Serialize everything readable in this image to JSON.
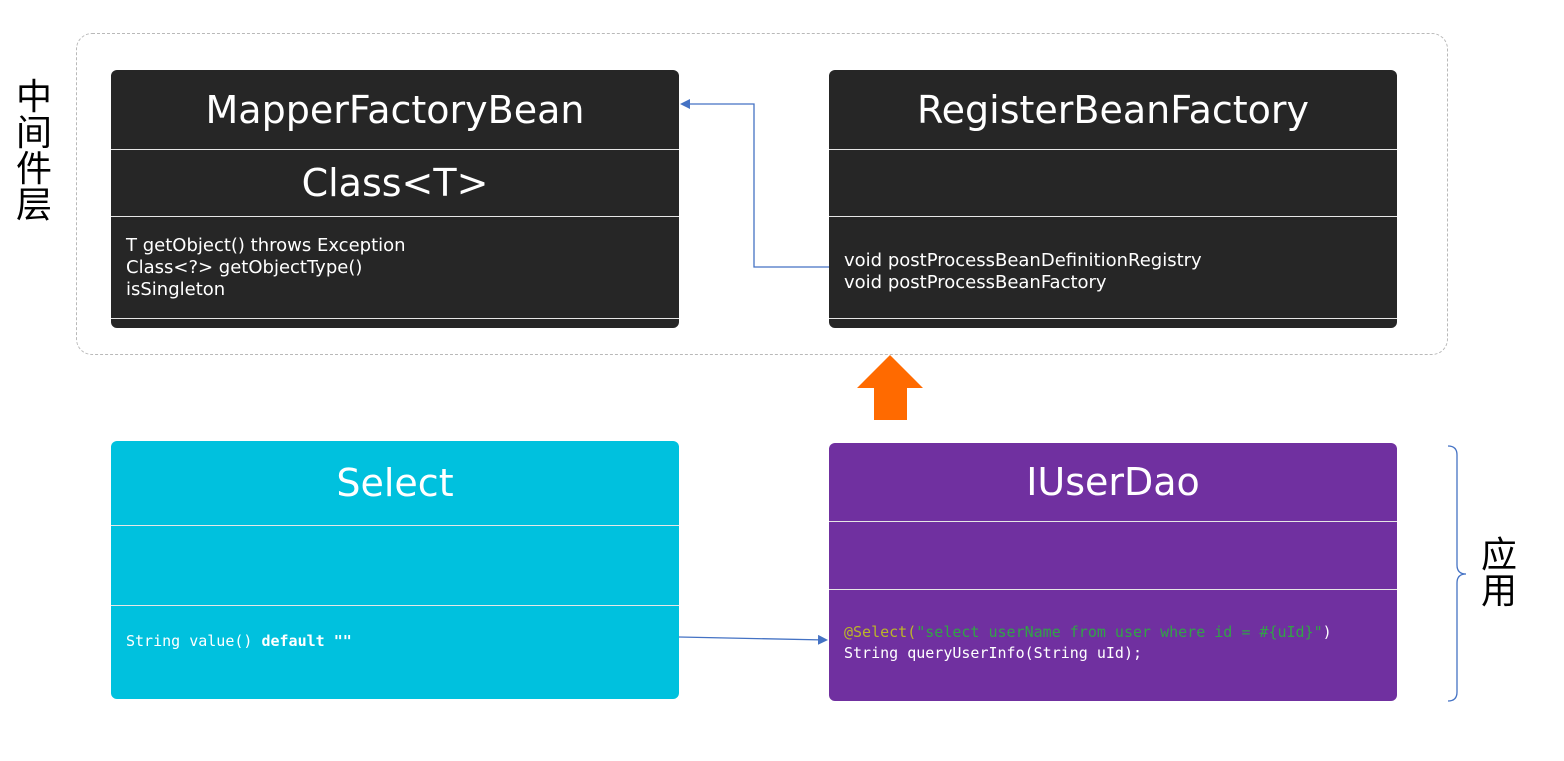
{
  "layers": {
    "middleware_label": [
      "中",
      "间",
      "件",
      "层"
    ],
    "application_label": [
      "应",
      "用"
    ]
  },
  "colors": {
    "dark_box": "#262626",
    "select_box": "#00c1de",
    "dao_box": "#7030a0",
    "arrow_orange": "#ff6a00",
    "connector_blue": "#4472c4"
  },
  "boxes": {
    "mapper": {
      "title": "MapperFactoryBean",
      "attribute": "Class<T>",
      "methods": [
        "T getObject() throws Exception",
        "Class<?> getObjectType()",
        "isSingleton"
      ]
    },
    "register": {
      "title": "RegisterBeanFactory",
      "attribute": "",
      "methods": [
        "void postProcessBeanDefinitionRegistry",
        "void postProcessBeanFactory"
      ]
    },
    "select": {
      "title": "Select",
      "attribute": "",
      "code_prefix": "String value() ",
      "code_keyword": "default",
      "code_suffix": " \"\""
    },
    "userdao": {
      "title": "IUserDao",
      "attribute": "",
      "annotation": "@Select",
      "paren_open": "(",
      "annotation_string": "\"select userName from user where id = #{uId}\"",
      "paren_close": ")",
      "method": "String queryUserInfo(String uId);"
    }
  },
  "icons": {
    "up_arrow": "orange-up-arrow-icon",
    "bracket": "right-curly-bracket-icon"
  }
}
